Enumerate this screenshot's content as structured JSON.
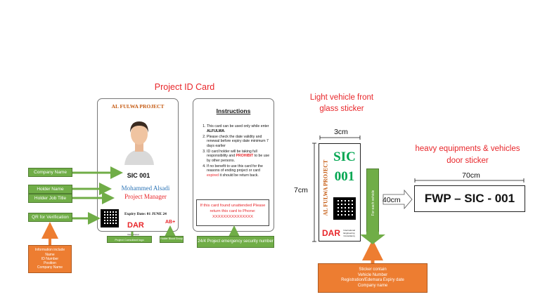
{
  "title": "Project ID Card",
  "id_card": {
    "project_name": "AL FULWA PROJECT",
    "card_number": "SIC 001",
    "holder_name": "Mohammed Alsadi",
    "job_title": "Project Manager",
    "expiry": "Expiry Date: 01 JUNE 24",
    "blood_group": "AB+",
    "company_logo_text": "DAR",
    "company_logo_caption": "International Engineering Consultancy"
  },
  "instructions": {
    "heading": "Instructions",
    "items": [
      {
        "pre": "This card can be used only while enter ",
        "bold": "ALFULWA",
        "post": "."
      },
      {
        "pre": "Please check the date validity and renewal before expiry date minimum 7 days earlier",
        "bold": "",
        "post": ""
      },
      {
        "pre": "ID card holder will be taking full responsibility and ",
        "red": "PROHIBIT",
        "post": " to be use by other persons."
      },
      {
        "pre": "If no benefit to use this card for the reasons of ending project or card ",
        "red": "expired",
        "post": " it should be return back."
      }
    ],
    "notice": "If this card found unattended Please return this card to Phone: XXXXXXXXXXXXXXX"
  },
  "labels": {
    "company_name": "Company Name",
    "holder_name": "Holder Name",
    "holder_job_title": "Holder Job Title",
    "qr_verification": "QR for Verification",
    "project_consultant_logo": "Project Consultant logo",
    "holder_blood_group": "Holder Blood Group",
    "emergency_number": "24/4 Project emergency security number",
    "qr_info": [
      "Information include",
      "Name",
      "ID Number",
      "Position",
      "Company Name"
    ]
  },
  "sticker": {
    "title": "Light vehicle front glass sticker",
    "width_label": "3cm",
    "height_label": "7cm",
    "project_name": "AL FULWA PROJECT",
    "code_top": "SIC",
    "code_bottom": "001",
    "logo_text": "DAR",
    "logo_caption": "International Engineering Consultancy",
    "side_label": "For each vehicle",
    "arrow_label": "40cm",
    "info": [
      "Sticker contain",
      "Vehicle Number",
      "Registration/Edemara Expiry date",
      "Company name"
    ]
  },
  "heavy": {
    "title": "heavy equipments & vehicles door sticker",
    "width_label": "70cm",
    "code": "FWP – SIC - 001"
  },
  "colors": {
    "red": "#e8262a",
    "green": "#70ad47",
    "orange": "#ed7d31",
    "code_green": "#00a651",
    "project_orange": "#c55a11",
    "name_blue": "#2e75b6"
  }
}
